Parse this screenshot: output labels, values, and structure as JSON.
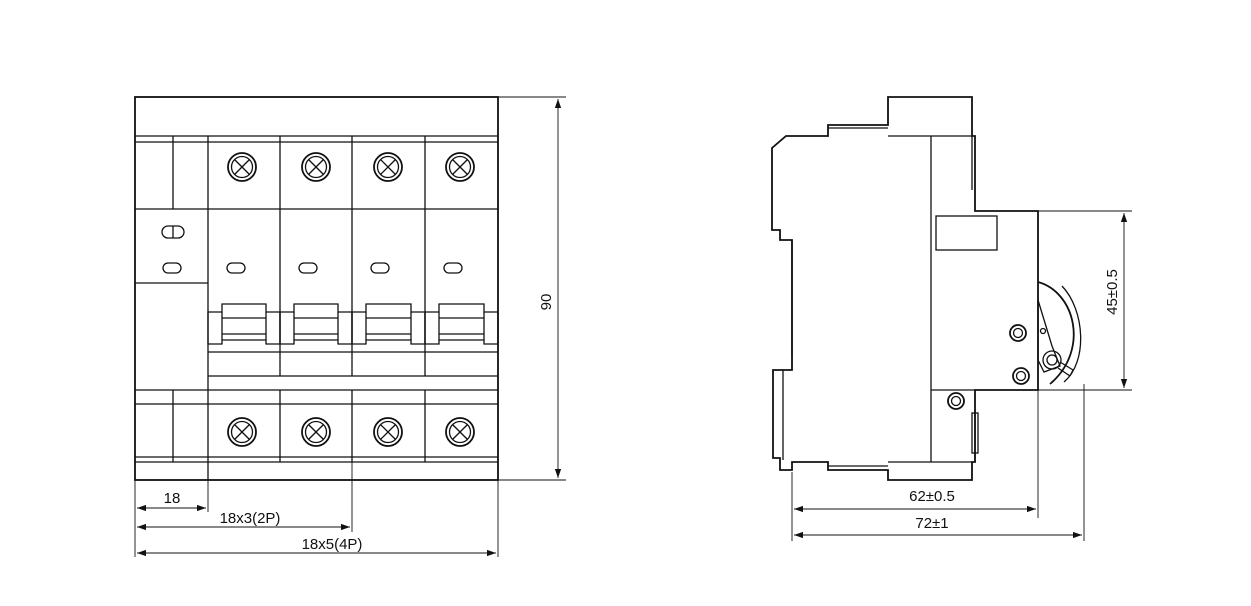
{
  "drawing": {
    "front_view": {
      "dim_height": "90",
      "dim_module_width": "18",
      "dim_width_2p": "18x3(2P)",
      "dim_width_4p": "18x5(4P)"
    },
    "side_view": {
      "dim_handle_height": "45±0.5",
      "dim_depth_body": "62±0.5",
      "dim_depth_total": "72±1"
    }
  }
}
